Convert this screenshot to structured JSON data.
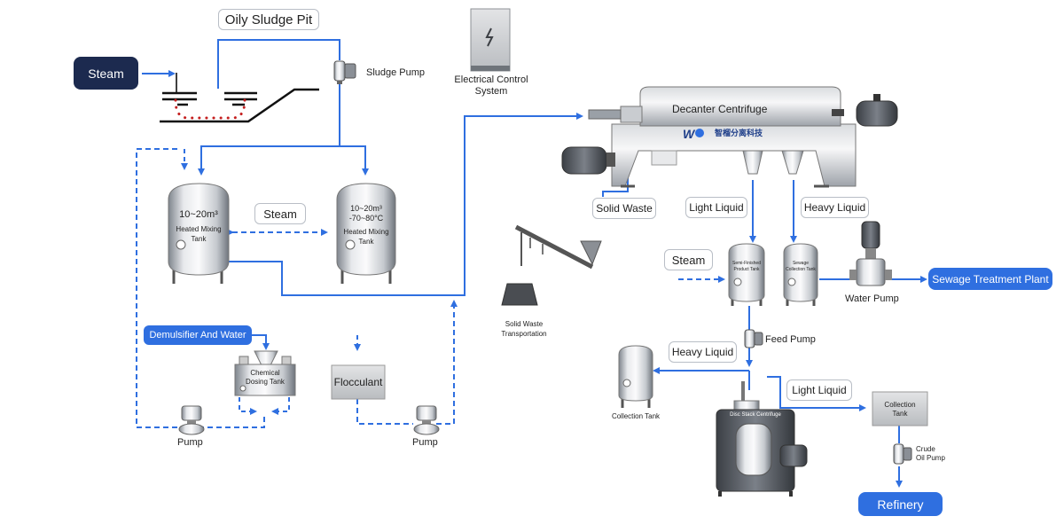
{
  "title": "Oily Sludge Pit",
  "buttons": {
    "steam_main": "Steam",
    "demulsifier": "Demulsifier And Water",
    "sewage": "Sewage Treatment Plant",
    "refinery": "Refinery"
  },
  "labels": {
    "steam_mid": "Steam",
    "steam_right": "Steam",
    "solid_waste": "Solid Waste",
    "light_liquid_top": "Light Liquid",
    "heavy_liquid_top": "Heavy Liquid",
    "heavy_liquid_bottom": "Heavy Liquid",
    "light_liquid_bottom": "Light Liquid",
    "flocculant": "Flocculant"
  },
  "equipment": {
    "sludge_pump": "Sludge Pump",
    "electrical_control_line1": "Electrical Control",
    "electrical_control_line2": "System",
    "decanter": "Decanter Centrifuge",
    "brand_cn": "智榴分离科技",
    "tank1_capacity": "10~20m³",
    "tank1_name_line1": "Heated Mixing",
    "tank1_name_line2": "Tank",
    "tank2_capacity": "10~20m³",
    "tank2_temp": "-70~80°C",
    "tank2_name_line1": "Heated Mixing",
    "tank2_name_line2": "Tank",
    "semi_finished_line1": "Semi-Finished",
    "semi_finished_line2": "Product Tank",
    "sewage_collection_line1": "Sewage",
    "sewage_collection_line2": "Collection Tank",
    "water_pump": "Water Pump",
    "solid_transport_line1": "Solid Waste",
    "solid_transport_line2": "Transportation",
    "feed_pump": "Feed Pump",
    "collection_tank_left": "Collection Tank",
    "collection_tank_right_line1": "Collection",
    "collection_tank_right_line2": "Tank",
    "crude_pump_line1": "Crude",
    "crude_pump_line2": "Oil Pump",
    "chemical_line1": "Chemical",
    "chemical_line2": "Dosing Tank",
    "disc_centrifuge": "Disc Stack Centrifuge",
    "pump_left": "Pump",
    "pump_right": "Pump"
  },
  "colors": {
    "flow": "#2f6fe0",
    "button_dark": "#1c2a4f",
    "button_blue": "#2f6fe0",
    "sludge": "#c41e1e",
    "steel_light": "#f1f2f4",
    "steel_dark": "#8b9098"
  }
}
